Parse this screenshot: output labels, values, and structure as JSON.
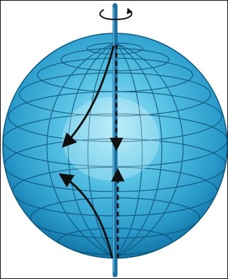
{
  "diagram": {
    "subject": "rotating-globe",
    "elements": {
      "globe": "sphere-with-latitude-longitude-grid",
      "axis": "rotation-axis",
      "rotation_arrow": "circular-arrow-around-axis",
      "curved_arrows": 2,
      "straight_dashed_arrows": 2
    },
    "colors": {
      "globe_light": "#aee8f8",
      "globe_mid": "#3fb3da",
      "globe_dark": "#0b6a9c",
      "grid": "#0a4f73",
      "axis": "#1a6fa3",
      "arrow": "#111111"
    }
  }
}
